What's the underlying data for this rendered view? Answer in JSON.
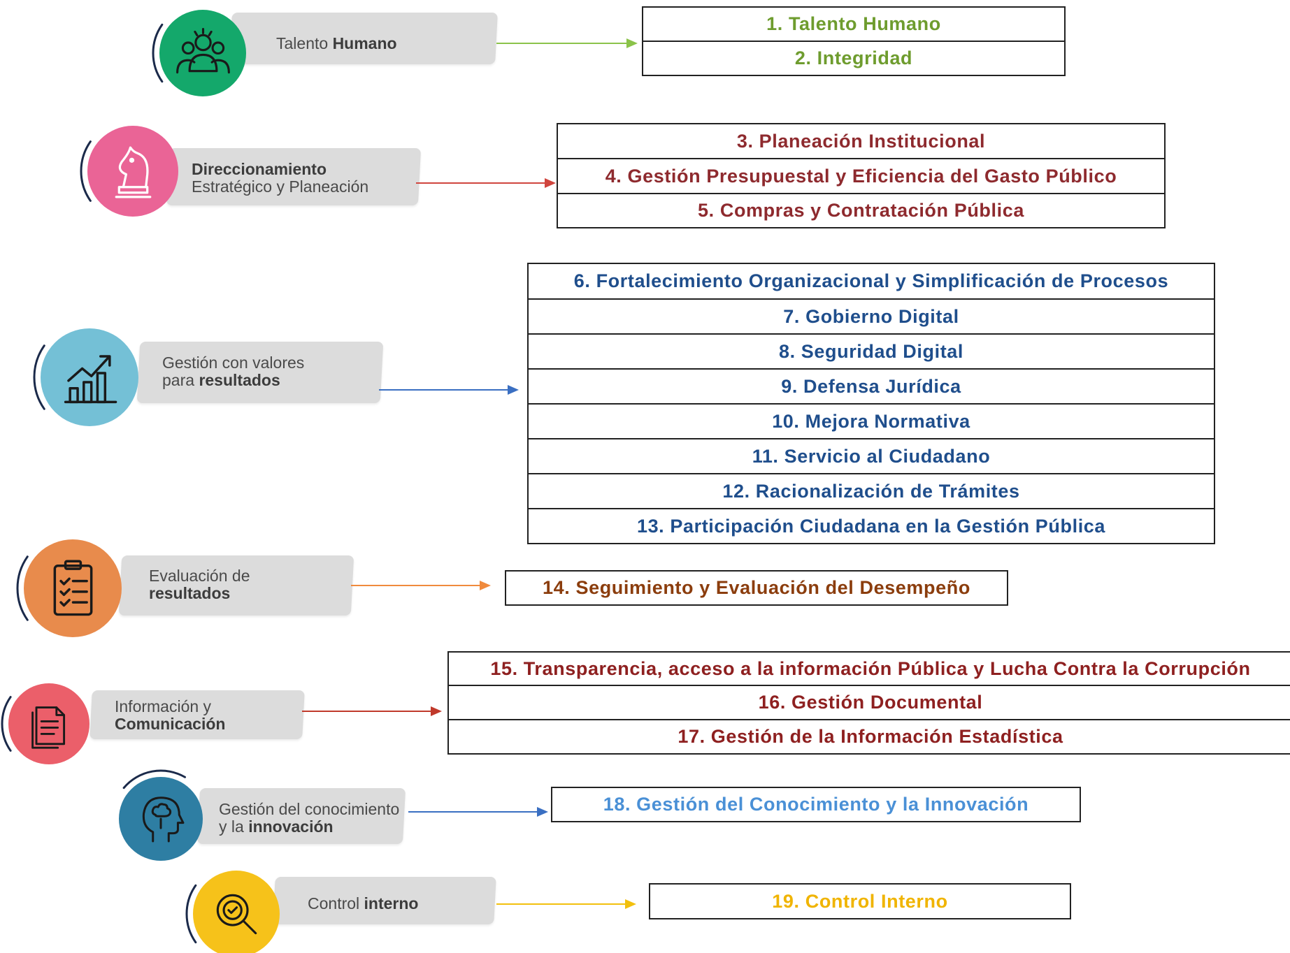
{
  "dimensions": [
    {
      "id": "talento",
      "label_parts": [
        [
          {
            "t": "Talento ",
            "b": false
          },
          {
            "t": "Humano",
            "b": true
          }
        ]
      ],
      "color": "#14a86b",
      "text_color": "#6e9c2e",
      "icon": "team-icon",
      "items": [
        "1. Talento Humano",
        "2. Integridad"
      ]
    },
    {
      "id": "direccionamiento",
      "label_parts": [
        [
          {
            "t": "Direccionamiento",
            "b": true
          }
        ],
        [
          {
            "t": "Estratégico y Planeación",
            "b": false
          }
        ]
      ],
      "color": "#ea6496",
      "text_color": "#8e2a2e",
      "icon": "chess-knight-icon",
      "items": [
        "3. Planeación Institucional",
        "4. Gestión Presupuestal y Eficiencia del Gasto Público",
        "5. Compras y Contratación Pública"
      ]
    },
    {
      "id": "gestion-valores",
      "label_parts": [
        [
          {
            "t": "Gestión con valores",
            "b": false
          }
        ],
        [
          {
            "t": "para ",
            "b": false
          },
          {
            "t": "resultados",
            "b": true
          }
        ]
      ],
      "color": "#74c0d6",
      "text_color": "#1f4e8c",
      "icon": "growth-chart-icon",
      "items": [
        "6. Fortalecimiento Organizacional y Simplificación de Procesos",
        "7. Gobierno Digital",
        "8. Seguridad Digital",
        "9. Defensa Jurídica",
        "10. Mejora Normativa",
        "11. Servicio al Ciudadano",
        "12. Racionalización de Trámites",
        "13. Participación Ciudadana en la Gestión Pública"
      ]
    },
    {
      "id": "evaluacion",
      "label_parts": [
        [
          {
            "t": "Evaluación de",
            "b": false
          }
        ],
        [
          {
            "t": "resultados",
            "b": true
          }
        ]
      ],
      "color": "#e88b4c",
      "text_color": "#8b3d0d",
      "icon": "checklist-icon",
      "items": [
        "14. Seguimiento y Evaluación del Desempeño"
      ]
    },
    {
      "id": "informacion",
      "label_parts": [
        [
          {
            "t": "Información y",
            "b": false
          }
        ],
        [
          {
            "t": "Comunicación",
            "b": true
          }
        ]
      ],
      "color": "#eb5f6a",
      "text_color": "#8e2020",
      "icon": "document-icon",
      "items": [
        "15. Transparencia, acceso a la información Pública y Lucha Contra la Corrupción",
        "16. Gestión Documental",
        "17. Gestión de la Información Estadística"
      ]
    },
    {
      "id": "conocimiento",
      "label_parts": [
        [
          {
            "t": "Gestión del conocimiento",
            "b": false
          }
        ],
        [
          {
            "t": "y la ",
            "b": false
          },
          {
            "t": "innovación",
            "b": true
          }
        ]
      ],
      "color": "#2e7ea3",
      "text_color": "#4a90d6",
      "icon": "brain-head-icon",
      "items": [
        "18. Gestión del Conocimiento y la Innovación"
      ]
    },
    {
      "id": "control",
      "label_parts": [
        [
          {
            "t": "Control ",
            "b": false
          },
          {
            "t": "interno",
            "b": true
          }
        ]
      ],
      "color": "#f6c21a",
      "text_color": "#f0b400",
      "icon": "magnifier-badge-icon",
      "items": [
        "19. Control Interno"
      ]
    }
  ]
}
